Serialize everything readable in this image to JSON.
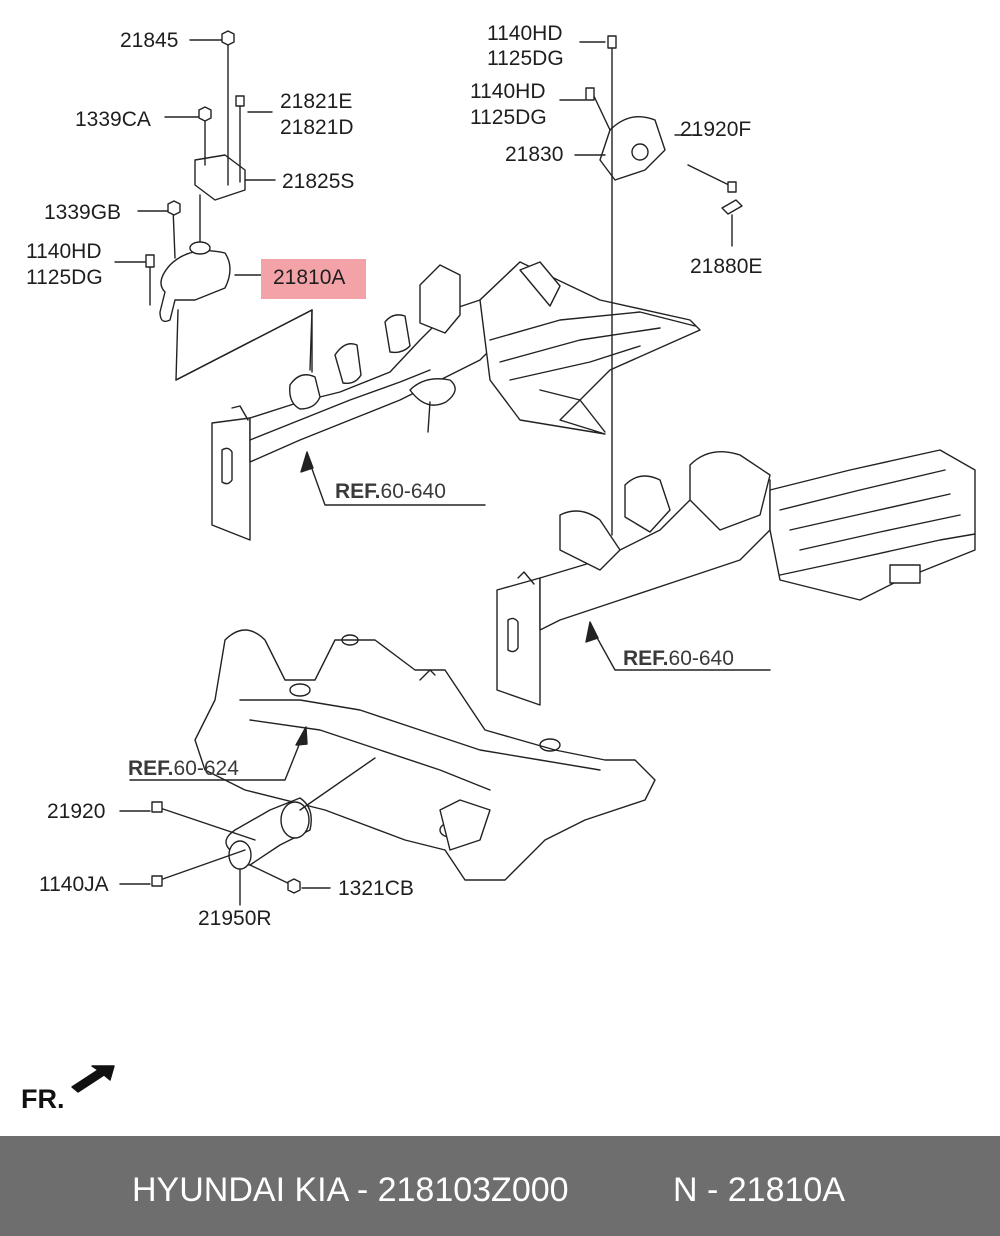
{
  "labels": {
    "p21845": "21845",
    "p1339CA": "1339CA",
    "p21821E": "21821E",
    "p21821D": "21821D",
    "p21825S": "21825S",
    "p1339GB": "1339GB",
    "p1140HD_a": "1140HD",
    "p1125DG_a": "1125DG",
    "p21810A": "21810A",
    "p1140HD_b": "1140HD",
    "p1125DG_b": "1125DG",
    "p1140HD_c": "1140HD",
    "p1125DG_c": "1125DG",
    "p21830": "21830",
    "p21920F": "21920F",
    "p21880E": "21880E",
    "p21920": "21920",
    "p1140JA": "1140JA",
    "p21950R": "21950R",
    "p1321CB": "1321CB"
  },
  "refs": {
    "ref1_bold": "REF.",
    "ref1_num": "60-640",
    "ref2_bold": "REF.",
    "ref2_num": "60-640",
    "ref3_bold": "REF.",
    "ref3_num": "60-624"
  },
  "direction": {
    "label": "FR."
  },
  "footer": {
    "brand": "HYUNDAI  KIA - 218103Z000",
    "code": "N - 21810A"
  },
  "colors": {
    "highlight": "#f3a3a8",
    "footer_bg": "#6e6e6e",
    "footer_text": "#ffffff",
    "line": "#222222"
  }
}
